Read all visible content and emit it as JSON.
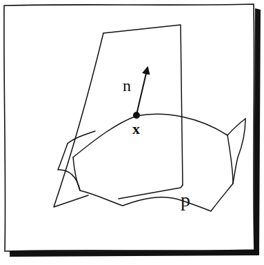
{
  "diagram": {
    "labels": [
      "n",
      "x",
      "p"
    ]
  }
}
